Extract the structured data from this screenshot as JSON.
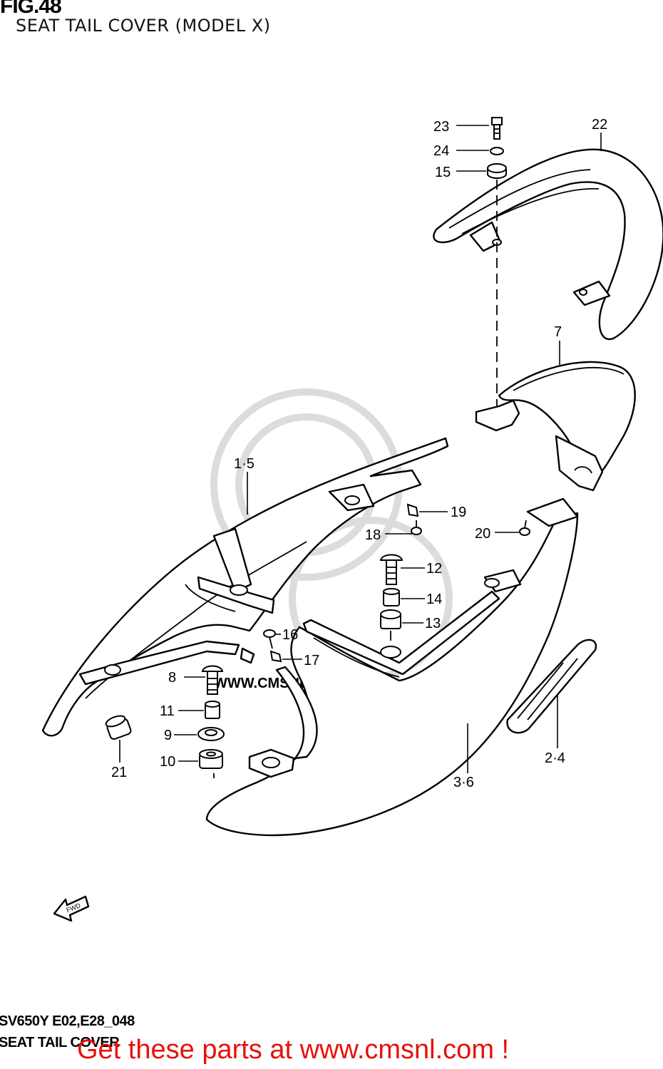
{
  "figure": {
    "number": "FIG.48",
    "title": "SEAT TAIL COVER (MODEL X)"
  },
  "watermark": {
    "text": "WWW.CMSNL.COM"
  },
  "fwd_arrow_label": "FWD",
  "callouts": {
    "c23": "23",
    "c24": "24",
    "c15": "15",
    "c22": "22",
    "c7": "7",
    "c1_5": "1·5",
    "c19": "19",
    "c18": "18",
    "c20": "20",
    "c12": "12",
    "c14": "14",
    "c13": "13",
    "c16": "16",
    "c17": "17",
    "c8": "8",
    "c11": "11",
    "c9": "9",
    "c10": "10",
    "c21": "21",
    "c2_4": "2·4",
    "c3_6": "3·6"
  },
  "footer": {
    "code": "SV650Y E02,E28_048",
    "name": "SEAT TAIL COVER",
    "banner": "Get these parts at www.cmsnl.com !"
  },
  "colors": {
    "banner": "#e8100a",
    "watermark": "#dcdcdc"
  }
}
